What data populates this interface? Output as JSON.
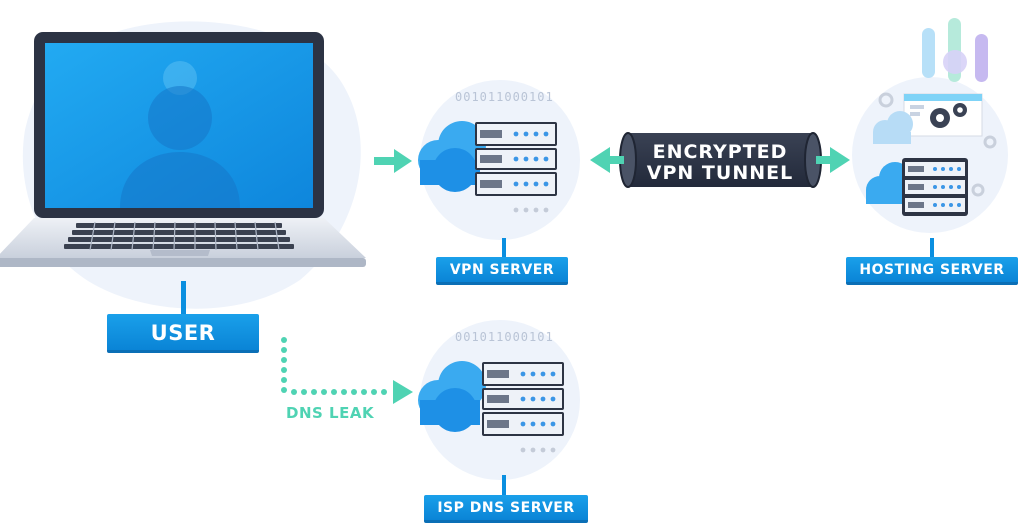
{
  "labels": {
    "user": "USER",
    "vpn_server": "VPN SERVER",
    "hosting_server": "HOSTING SERVER",
    "isp_dns_server": "ISP DNS SERVER",
    "dns_leak": "DNS LEAK"
  },
  "tunnel": {
    "line1": "ENCRYPTED",
    "line2": "VPN TUNNEL"
  },
  "binary": {
    "vpn": "001011000101",
    "dns": "001011000101"
  },
  "colors": {
    "label_blue": "#0a8fe0",
    "arrow_teal": "#4fd3b3",
    "tunnel_dark": "#2b3242",
    "cloud_blue": "#3aaaf0",
    "bg_blob": "#eef3fb"
  }
}
